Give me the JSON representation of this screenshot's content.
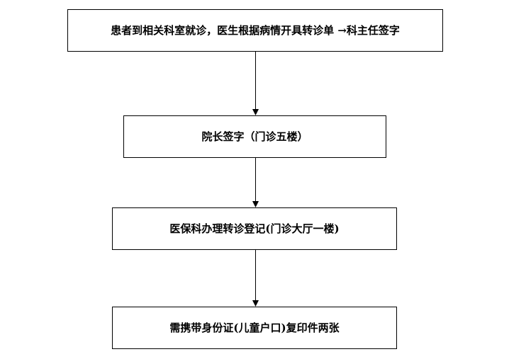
{
  "steps": [
    {
      "text": "患者到相关科室就诊，医生根据病情开具转诊单 →科主任签字"
    },
    {
      "text": "院长签字（门诊五楼）"
    },
    {
      "text": "医保科办理转诊登记(门诊大厅一楼)"
    },
    {
      "text": "需携带身份证(儿童户口)复印件两张"
    }
  ]
}
